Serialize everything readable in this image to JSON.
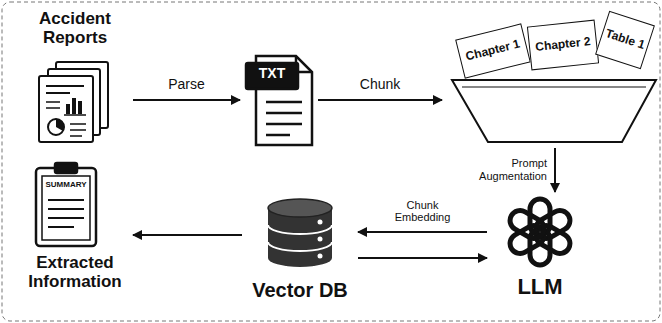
{
  "diagram": {
    "nodes": [
      {
        "text": [
          "Accident Reports"
        ]
      },
      {
        "text": [
          "TXT"
        ]
      },
      {
        "text": [
          "Chapter 1",
          "Chapter 2",
          "Table 1"
        ]
      },
      {
        "text": [
          "LLM"
        ]
      },
      {
        "text": [
          "Vector DB"
        ]
      },
      {
        "text": [
          "SUMMARY",
          "Extracted Information"
        ]
      }
    ],
    "edges": [
      {
        "from": 0,
        "to": 1,
        "label": "Parse",
        "arrow": "to"
      },
      {
        "from": 1,
        "to": 2,
        "label": "Chunk",
        "arrow": "to"
      },
      {
        "from": 2,
        "to": 3,
        "label": "Prompt Augmentation",
        "arrow": "to"
      },
      {
        "from": 3,
        "to": 4,
        "label": "Chunk Embedding",
        "arrow": "to"
      },
      {
        "from": 4,
        "to": 3,
        "arrow": "to"
      },
      {
        "from": 4,
        "to": 5,
        "arrow": "to"
      }
    ]
  }
}
